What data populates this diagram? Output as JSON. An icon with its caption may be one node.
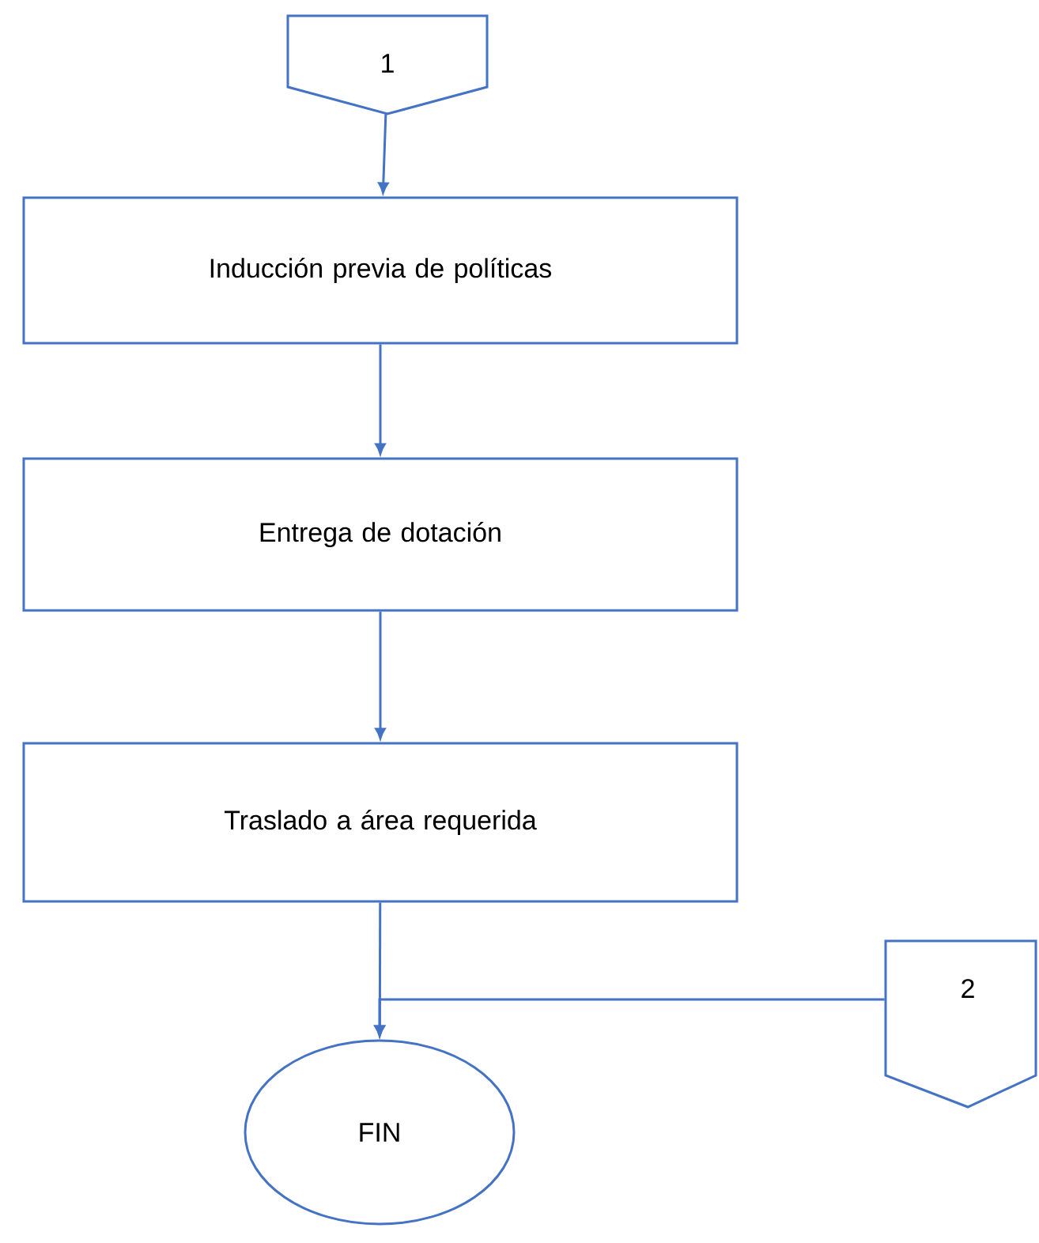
{
  "diagram": {
    "nodes": [
      {
        "text": [
          "1"
        ]
      },
      {
        "text": [
          "Inducción previa de políticas"
        ]
      },
      {
        "text": [
          "Entrega de dotación"
        ]
      },
      {
        "text": [
          "Traslado a área requerida"
        ]
      },
      {
        "text": [
          "2"
        ]
      },
      {
        "text": [
          "FIN"
        ]
      }
    ],
    "edges": [
      {
        "from": 0,
        "to": 1,
        "arrow": "to"
      },
      {
        "from": 1,
        "to": 2,
        "arrow": "to"
      },
      {
        "from": 2,
        "to": 3,
        "arrow": "to"
      },
      {
        "from": 3,
        "to": 5,
        "arrow": "to"
      },
      {
        "from": 4,
        "to": 5,
        "arrow": "to"
      }
    ]
  }
}
